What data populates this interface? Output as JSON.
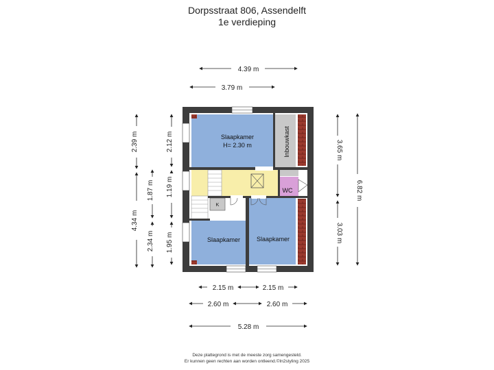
{
  "header": {
    "address": "Dorpsstraat 806, Assendelft",
    "floor": "1e verdieping"
  },
  "rooms": {
    "bedroom_top_name": "Slaapkamer",
    "bedroom_top_height": "H= 2.30 m",
    "bedroom_left_name": "Slaapkamer",
    "bedroom_right_name": "Slaapkamer",
    "closet": "Inbouwkast",
    "wc": "WC",
    "k": "K"
  },
  "dimensions": {
    "top_outer": "4.39 m",
    "top_inner": "3.79 m",
    "bottom_left_1": "2.15 m",
    "bottom_right_1": "2.15 m",
    "bottom_left_2": "2.60 m",
    "bottom_right_2": "2.60 m",
    "bottom_total": "5.28 m",
    "left_outer_top": "2.39 m",
    "left_outer_mid": "1.87 m",
    "left_outer_bottom": "4.34 m",
    "left_outer_low": "2.34 m",
    "left_inner_top": "2.12 m",
    "left_inner_mid": "1.19 m",
    "left_inner_bottom": "1.95 m",
    "right_inner_top": "3.65 m",
    "right_inner_bottom": "3.03 m",
    "right_outer": "6.82 m"
  },
  "colors": {
    "bedroom": "#8fb0dc",
    "hall": "#f8eeaa",
    "wc": "#d9a0d8",
    "closet": "#c8c8c8",
    "wall": "#3d3d3d",
    "brick": "#9b3a2e"
  },
  "footer": {
    "line1": "Deze plattegrond is met de meeste zorg samengesteld.",
    "line2": "Er kunnen geen rechten aan worden ontleend.©In2styling 2025"
  }
}
